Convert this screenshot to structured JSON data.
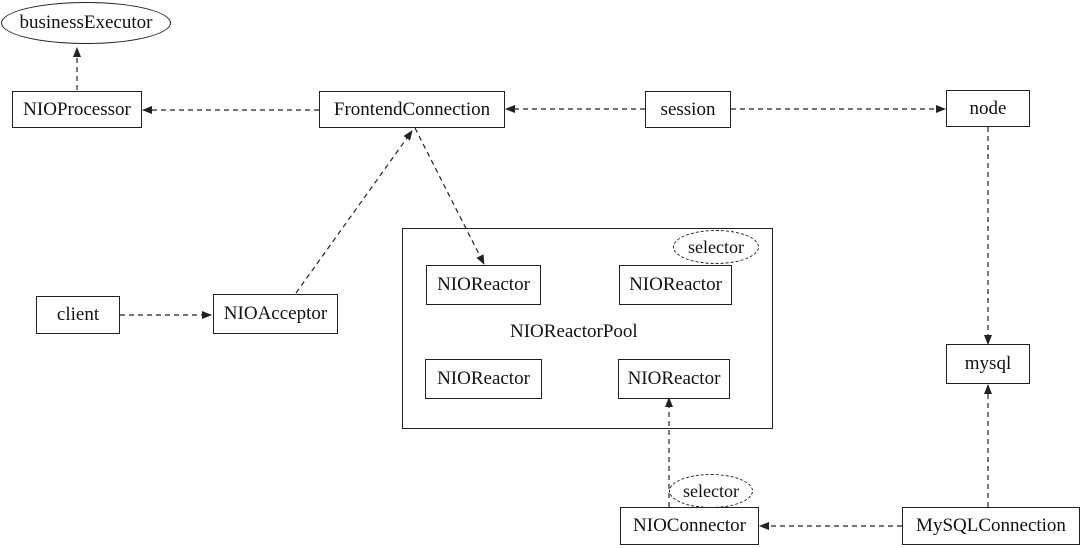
{
  "nodes": {
    "business_executor": "businessExecutor",
    "nio_processor": "NIOProcessor",
    "frontend_connection": "FrontendConnection",
    "session": "session",
    "node": "node",
    "client": "client",
    "nio_acceptor": "NIOAcceptor",
    "nio_reactor_pool": "NIOReactorPool",
    "nio_reactor_1": "NIOReactor",
    "nio_reactor_2": "NIOReactor",
    "nio_reactor_3": "NIOReactor",
    "nio_reactor_4": "NIOReactor",
    "pool_selector": "selector",
    "connector_selector": "selector",
    "mysql": "mysql",
    "nio_connector": "NIOConnector",
    "mysql_connection": "MySQLConnection"
  },
  "edges": [
    {
      "from": "NIOProcessor",
      "to": "businessExecutor",
      "style": "dashed"
    },
    {
      "from": "FrontendConnection",
      "to": "NIOProcessor",
      "style": "dashed"
    },
    {
      "from": "session",
      "to": "FrontendConnection",
      "style": "dashed"
    },
    {
      "from": "session",
      "to": "node",
      "style": "dashed"
    },
    {
      "from": "FrontendConnection",
      "to": "NIOReactor",
      "style": "dashed"
    },
    {
      "from": "NIOAcceptor",
      "to": "FrontendConnection",
      "style": "dashed"
    },
    {
      "from": "client",
      "to": "NIOAcceptor",
      "style": "dashed"
    },
    {
      "from": "node",
      "to": "mysql",
      "style": "dashed"
    },
    {
      "from": "MySQLConnection",
      "to": "mysql",
      "style": "dashed"
    },
    {
      "from": "MySQLConnection",
      "to": "NIOConnector",
      "style": "dashed"
    },
    {
      "from": "NIOConnector",
      "to": "NIOReactor",
      "style": "dashed"
    }
  ],
  "colors": {
    "line": "#222222",
    "text": "#111111",
    "background": "#ffffff"
  }
}
